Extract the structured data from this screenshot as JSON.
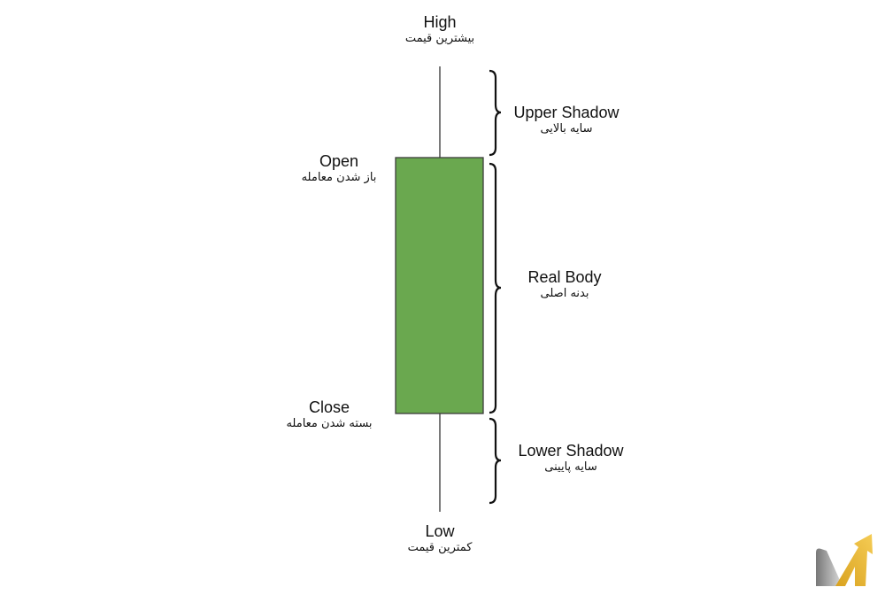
{
  "colors": {
    "body": "#6aa84f",
    "outline": "#3c3c3c",
    "wick": "#333333",
    "brace": "#111111"
  },
  "labels": {
    "high": {
      "en": "High",
      "fa": "بیشترین قیمت"
    },
    "low": {
      "en": "Low",
      "fa": "کمترین قیمت"
    },
    "open": {
      "en": "Open",
      "fa": "باز شدن معامله"
    },
    "close": {
      "en": "Close",
      "fa": "بسته شدن معامله"
    },
    "upper_shadow": {
      "en": "Upper Shadow",
      "fa": "سایه بالایی"
    },
    "real_body": {
      "en": "Real Body",
      "fa": "بدنه اصلی"
    },
    "lower_shadow": {
      "en": "Lower Shadow",
      "fa": "سایه پایینی"
    }
  },
  "logo": {
    "text": "M",
    "icon": "m-arrow-logo"
  }
}
